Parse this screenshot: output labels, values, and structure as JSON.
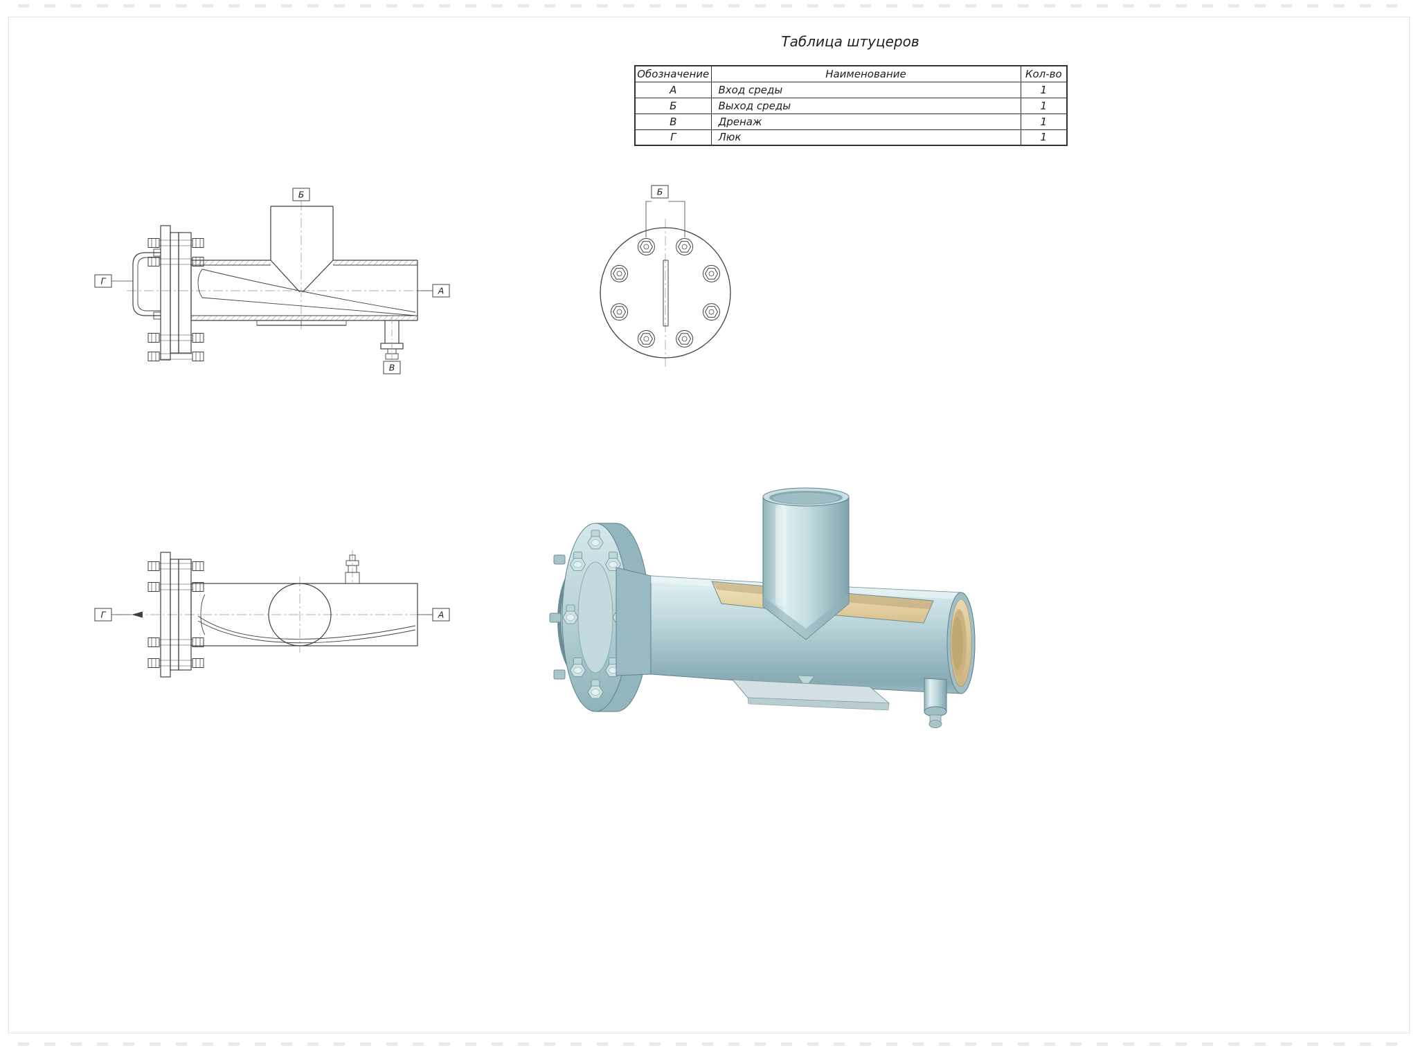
{
  "table": {
    "title": "Таблица штуцеров",
    "headers": {
      "designation": "Обозначение",
      "name": "Наименование",
      "qty": "Кол-во"
    },
    "rows": [
      {
        "designation": "А",
        "name": "Вход среды",
        "qty": "1"
      },
      {
        "designation": "Б",
        "name": "Выход среды",
        "qty": "1"
      },
      {
        "designation": "В",
        "name": "Дренаж",
        "qty": "1"
      },
      {
        "designation": "Г",
        "name": "Люк",
        "qty": "1"
      }
    ]
  },
  "labels": {
    "a": "А",
    "b": "Б",
    "v": "В",
    "g": "Г"
  },
  "colors": {
    "line": "#3c4146",
    "render_body": "#c6dee2",
    "render_dark": "#8fb2ba",
    "render_inner_tan": "#e9d9ab",
    "paper": "#ffffff"
  }
}
